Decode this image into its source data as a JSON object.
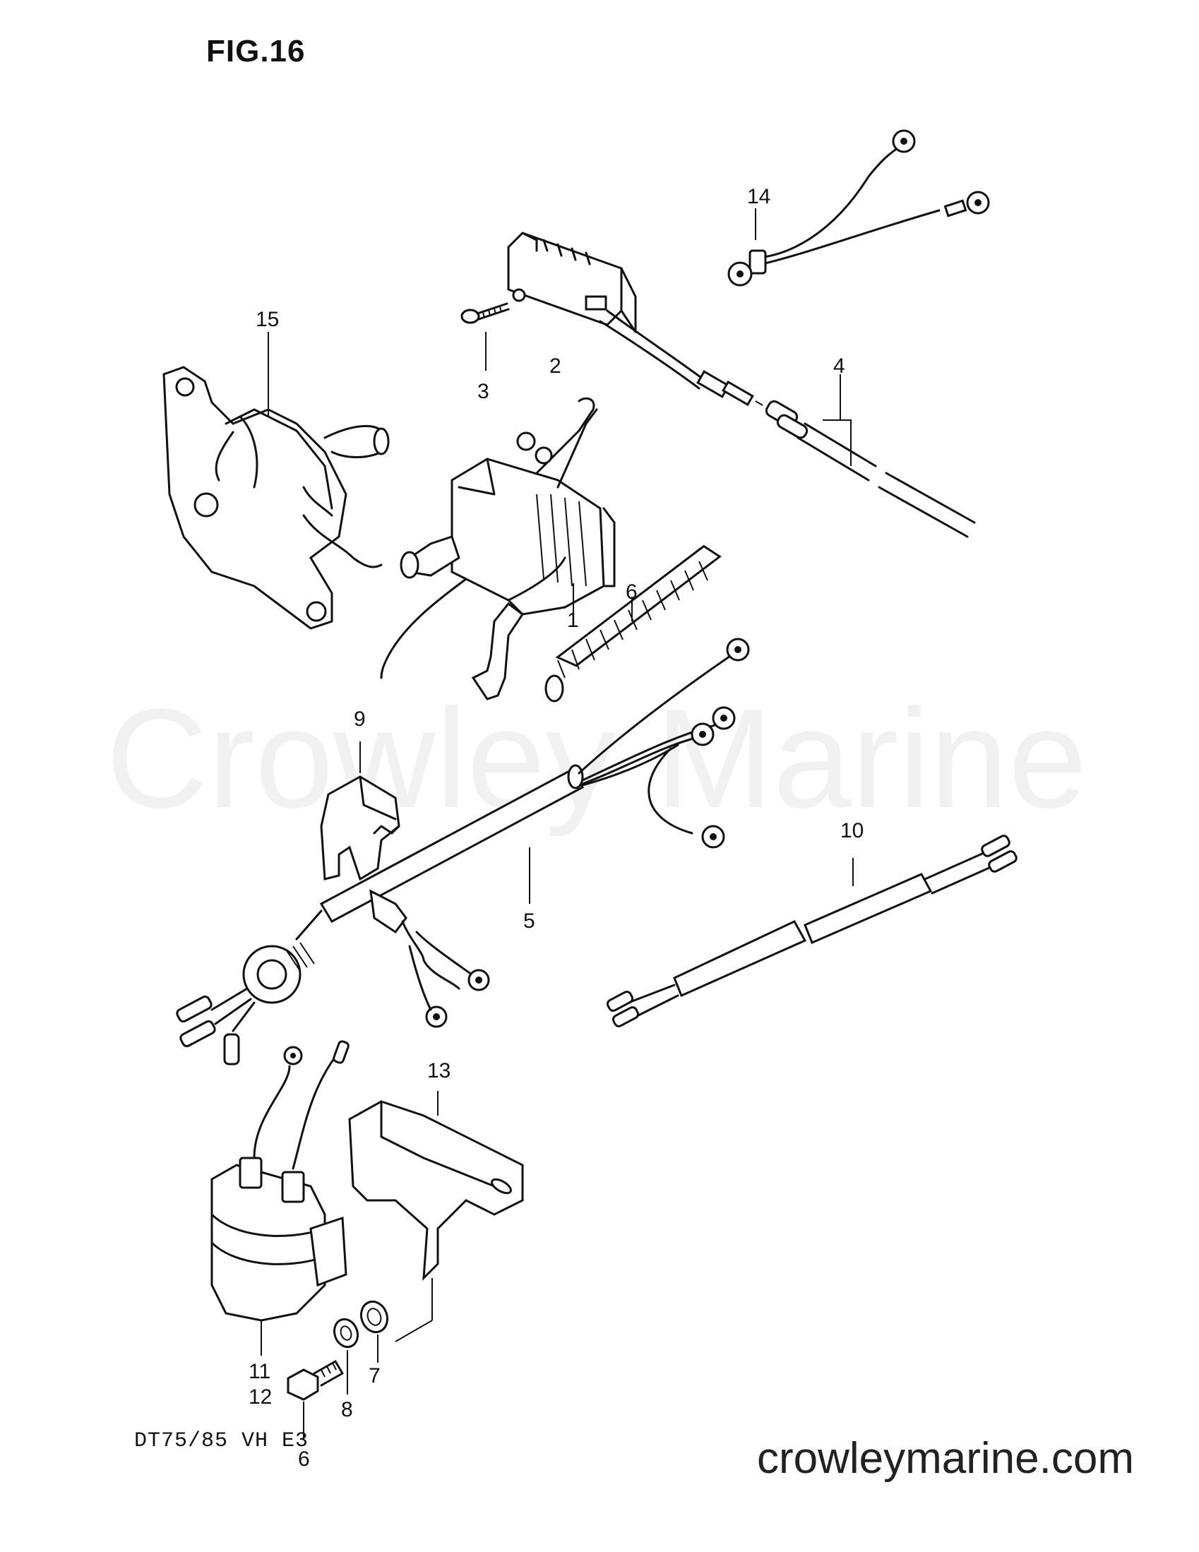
{
  "figure": {
    "title": "FIG.16"
  },
  "model_code": "DT75/85 VH E3",
  "watermark": "Crowley Marine",
  "site_url": "crowleymarine.com",
  "callouts": {
    "c1": "1",
    "c2": "2",
    "c3": "3",
    "c4": "4",
    "c5": "5",
    "c6a": "6",
    "c6b": "6",
    "c7": "7",
    "c8": "8",
    "c9": "9",
    "c10": "10",
    "c11": "11",
    "c12": "12",
    "c13": "13",
    "c14": "14",
    "c15": "15"
  },
  "icons": [
    "switch-icon",
    "screw-icon",
    "lead-wire-icon",
    "solenoid-icon",
    "wiring-harness-icon",
    "spiral-tube-icon",
    "cover-icon",
    "extension-cable-icon",
    "relay-icon",
    "bracket-icon",
    "bolt-icon",
    "washer-icon",
    "ground-wire-icon"
  ]
}
